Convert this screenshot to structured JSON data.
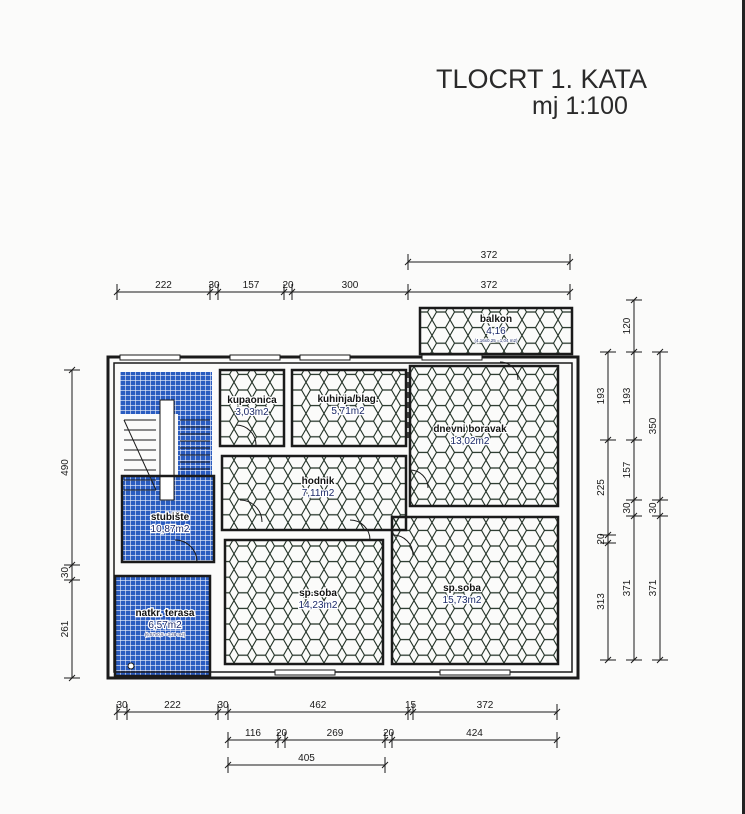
{
  "title": "TLOCRT 1. KATA",
  "scale": "mj 1:100",
  "colors": {
    "line": "#1a1a1a",
    "tile_blue": "#1f4fa8",
    "text_blue": "#1c2a6a"
  },
  "rooms": [
    {
      "id": "balkon",
      "name": "balkon",
      "area": "4,16",
      "note": "(4,16x0,25 =1,04 m2)",
      "floor": "hex"
    },
    {
      "id": "kupaonica",
      "name": "kupaonica",
      "area": "3,03m2",
      "floor": "hex"
    },
    {
      "id": "kuhinja",
      "name": "kuhinja/blag.",
      "area": "5,71m2",
      "floor": "hex"
    },
    {
      "id": "dnevni",
      "name": "dnevni boravak",
      "area": "13,02m2",
      "floor": "hex"
    },
    {
      "id": "hodnik",
      "name": "hodnik",
      "area": "7,11m2",
      "floor": "hex"
    },
    {
      "id": "stubiste",
      "name": "stubište",
      "area": "10,87m2",
      "floor": "grid"
    },
    {
      "id": "soba1",
      "name": "sp.soba",
      "area": "14,23m2",
      "floor": "hex"
    },
    {
      "id": "soba2",
      "name": "sp.soba",
      "area": "15,73m2",
      "floor": "hex"
    },
    {
      "id": "terasa",
      "name": "natkr. terasa",
      "area": "6,57m2",
      "note": "(6,57x0,5 =3,28 m2)",
      "floor": "grid"
    }
  ],
  "dimensions": {
    "top_upper": [
      "372"
    ],
    "top": [
      "222",
      "30",
      "157",
      "20",
      "300",
      "372"
    ],
    "left": [
      "490",
      "30",
      "261"
    ],
    "right_a": [
      "193",
      "225",
      "20",
      "313"
    ],
    "right_b": [
      "120",
      "193",
      "157",
      "30",
      "371"
    ],
    "right_c": [
      "350",
      "30",
      "371"
    ],
    "bottom_1": [
      "30",
      "222",
      "30",
      "462",
      "15",
      "372"
    ],
    "bottom_2": [
      "116",
      "20",
      "269",
      "20",
      "424"
    ],
    "bottom_3": [
      "405"
    ]
  }
}
